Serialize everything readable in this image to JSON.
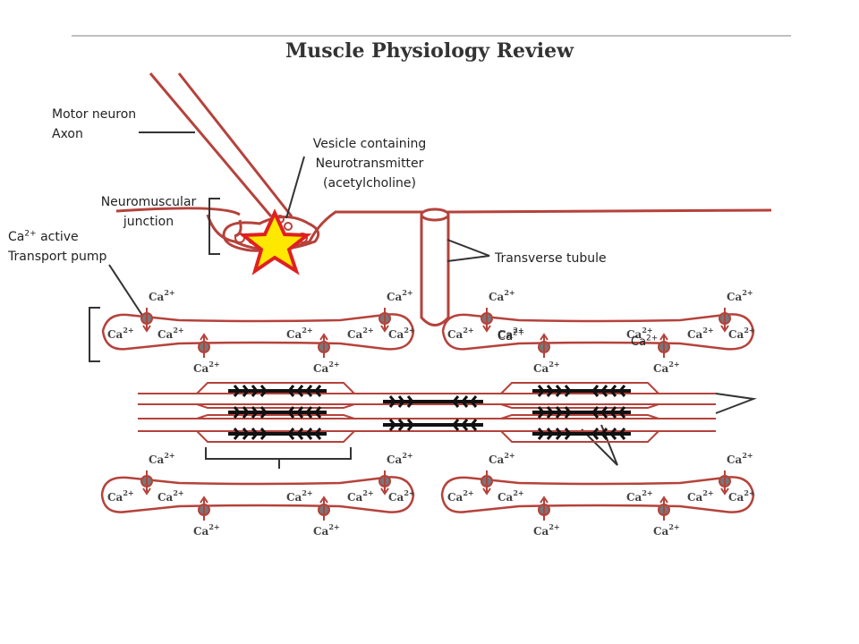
{
  "title": "Muscle Physiology Review",
  "labels": {
    "motor_neuron_line1": "Motor neuron",
    "motor_neuron_line2": "Axon",
    "vesicle_line1": "Vesicle containing",
    "vesicle_line2": "Neurotransmitter",
    "vesicle_line3": "(acetylcholine)",
    "nmj_line1": "Neuromuscular",
    "nmj_line2": "junction",
    "pump_ca": "Ca",
    "pump_sup": "2+",
    "pump_line1_rest": " active",
    "pump_line2": "Transport pump",
    "ttubule": "Transverse tubule",
    "overlay_ca": "Ca",
    "overlay_sup": "2+"
  },
  "ion_label": {
    "base": "Ca",
    "charge": "2+"
  },
  "colors": {
    "membrane": "#b5423b",
    "star_fill": "#ffe800",
    "star_stroke": "#e02020",
    "filament": "#111111"
  }
}
